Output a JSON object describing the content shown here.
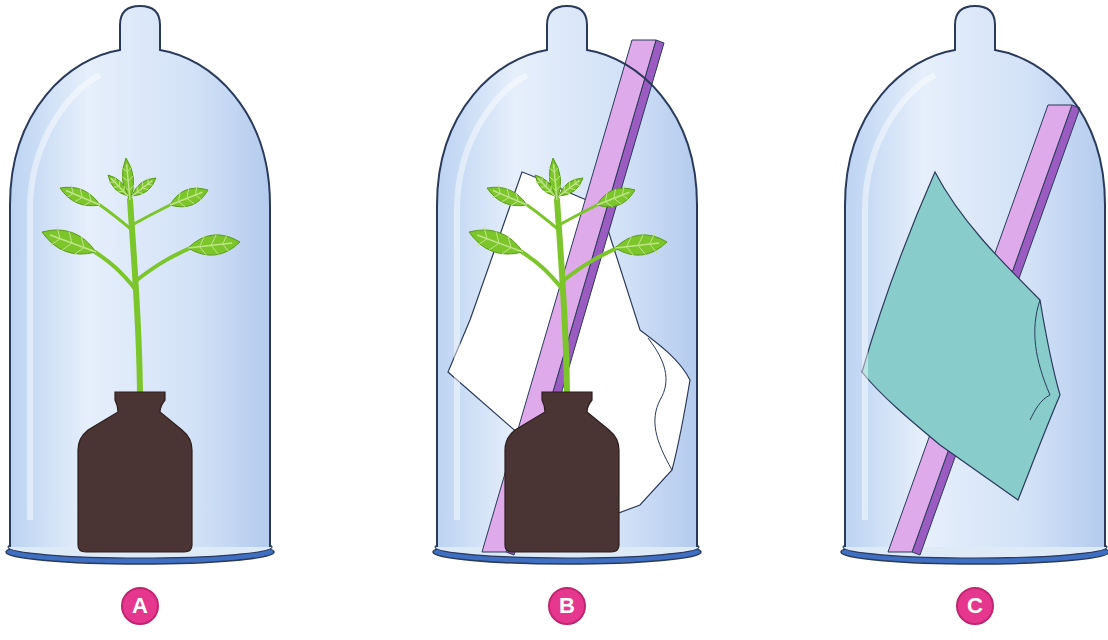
{
  "diagram": {
    "nodes": [
      {
        "text": [
          "A"
        ]
      },
      {
        "text": [
          "B"
        ]
      },
      {
        "text": [
          "C"
        ]
      }
    ]
  }
}
